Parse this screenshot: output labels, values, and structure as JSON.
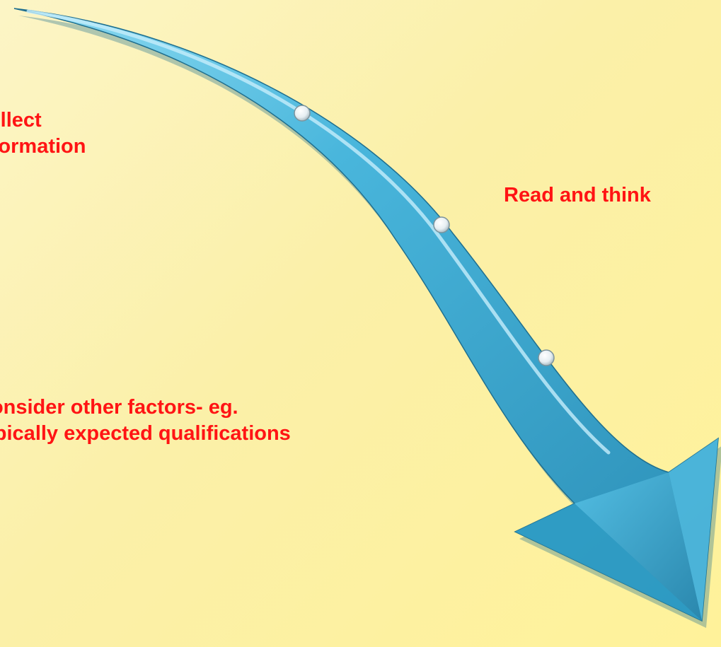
{
  "steps": [
    {
      "text": "Collect\ninformation"
    },
    {
      "text": "Read and think"
    },
    {
      "text": "Consider other factors- eg.\ntypically expected qualifications"
    }
  ],
  "arrow": {
    "fill_color": "#3aa4cc",
    "highlight_color": "#8fdcf2",
    "shadow_color": "#1f6f8f",
    "marker_count": 3
  }
}
